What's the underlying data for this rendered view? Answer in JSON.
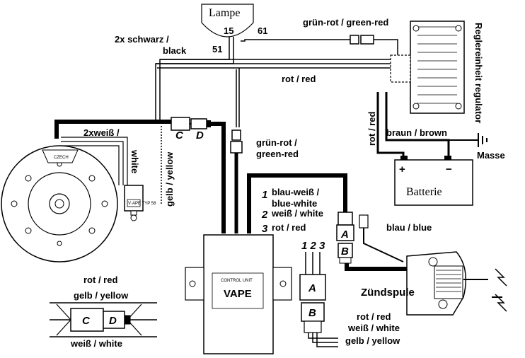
{
  "labels": {
    "lampe": "Lampe",
    "pin15": "15",
    "pin51": "51",
    "pin61": "61",
    "black": "2x schwarz / black",
    "gruen_rot_top": "grün-rot / green-red",
    "rot_red_top": "rot / red",
    "regulator": "Reglereinheit regulator",
    "rot_red_vertical": "rot / red",
    "braun": "braun / brown",
    "masse": "Masse",
    "batterie": "Batterie",
    "plus": "+",
    "minus": "−",
    "weiss2": "2xweiß /",
    "white": "white",
    "gelb_yellow_vertical": "gelb / yellow",
    "C": "C",
    "D": "D",
    "gruen_rot_mid": "grün-rot / green-red",
    "list1": "blau-weiß / blue-white",
    "list2": "weiß / white",
    "list3": "rot / red",
    "n1": "1",
    "n2": "2",
    "n3": "3",
    "A": "A",
    "B": "B",
    "blau": "blau / blue",
    "zuendspule": "Zündspule",
    "nums123": "1 2 3",
    "out_rot": "rot / red",
    "out_weiss": "weiß / white",
    "out_gelb": "gelb / yellow",
    "inset_rot": "rot / red",
    "inset_gelb": "gelb / yellow",
    "inset_weiss": "weiß / white",
    "vape_small": "V·APE TYP 58",
    "stator_text": "CZECH"
  }
}
